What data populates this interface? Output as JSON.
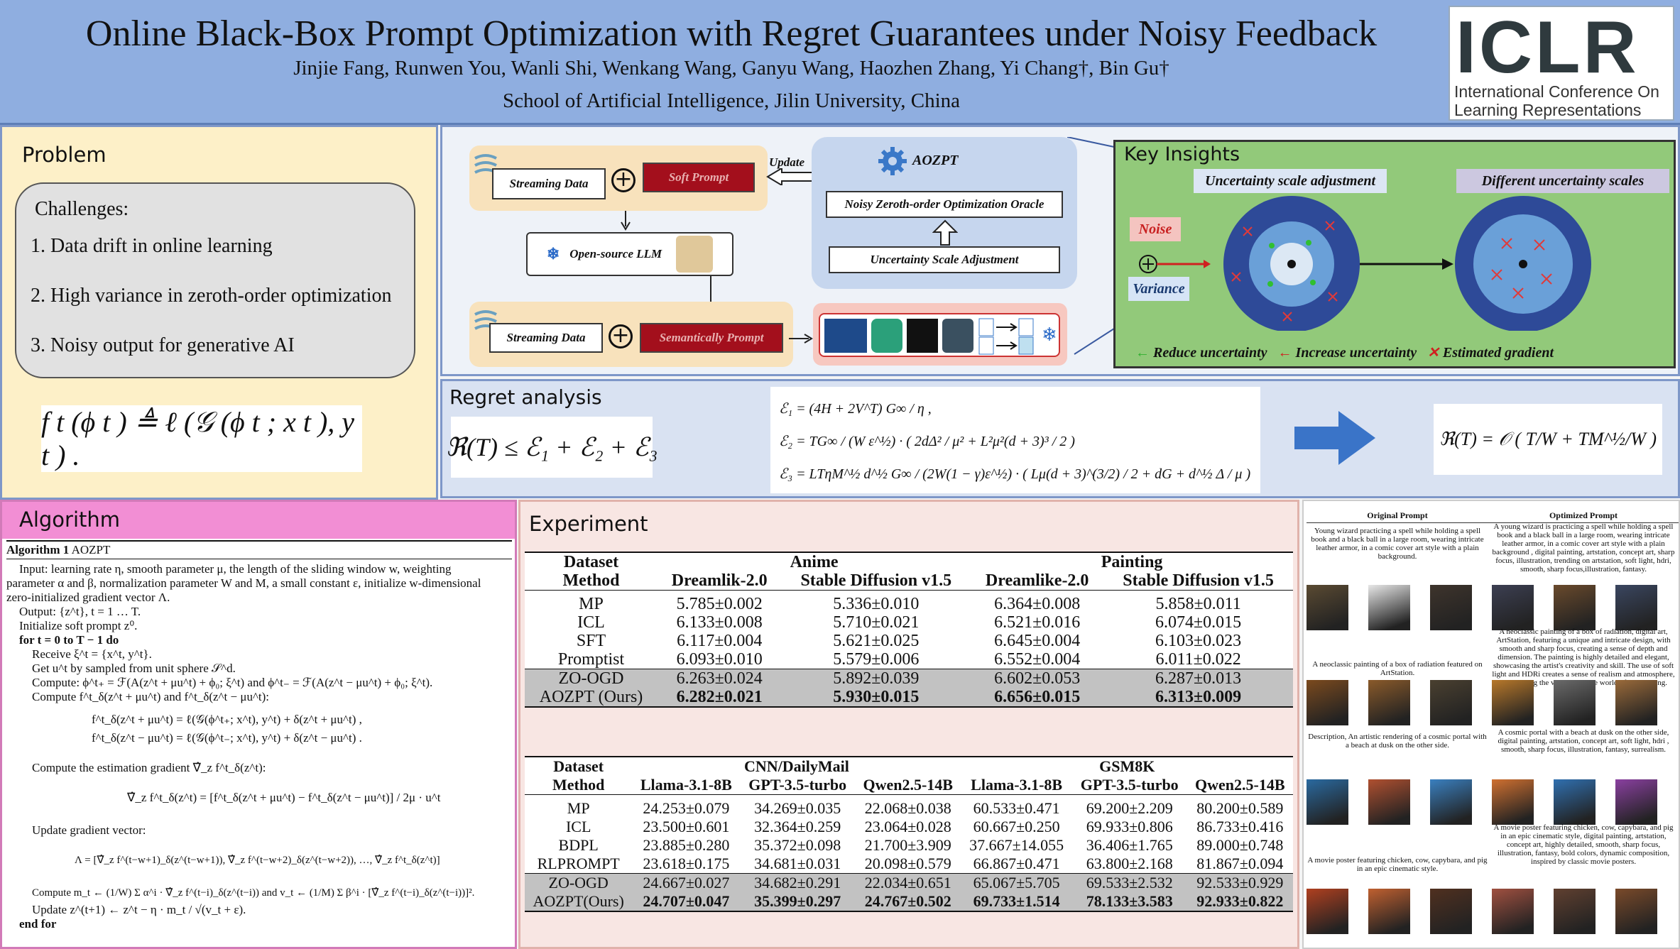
{
  "header": {
    "title": "Online Black-Box Prompt Optimization with Regret Guarantees under Noisy Feedback",
    "authors": "Jinjie Fang, Runwen You, Wanli Shi, Wenkang Wang, Ganyu Wang, Haozhen Zhang, Yi Chang†, Bin Gu†",
    "affiliation": "School of Artificial Intelligence, Jilin University, China",
    "logo_big": "ICLR",
    "logo_sub1": "International Conference On",
    "logo_sub2": "Learning Representations"
  },
  "problem": {
    "title": "Problem",
    "challenges_title": "Challenges:",
    "items": [
      "1. Data drift in online learning",
      "2. High variance in zeroth-order optimization",
      "3. Noisy output for generative AI"
    ],
    "formula": "f t (ϕ t ) ≜ ℓ (𝒢 (ϕ t ; x t ), y t ) ."
  },
  "diagram": {
    "streaming_data": "Streaming Data",
    "soft_prompt": "Soft Prompt",
    "update": "Update",
    "aozpt": "AOZPT",
    "oracle": "Noisy Zeroth-order Optimization Oracle",
    "uncertainty_adj": "Uncertainty  Scale Adjustment",
    "llm": "Open-source LLM",
    "semantic_prompt": "Semantically Prompt",
    "colors": {
      "soft_prompt_fill": "#a30f1c",
      "cream": "#f8e2bc",
      "panel_blue": "#c6d6ee",
      "insight_green": "#92c97a"
    }
  },
  "insights": {
    "title": "Key Insights",
    "left_label": "Uncertainty scale adjustment",
    "right_label": "Different uncertainty scales",
    "noise": "Noise",
    "variance": "Variance",
    "legend_reduce": "Reduce uncertainty",
    "legend_increase": "Increase uncertainty",
    "legend_estimated": "Estimated gradient"
  },
  "regret": {
    "title": "Regret  analysis",
    "main": "ℜ(T) ≤ ℰ₁ + ℰ₂ + ℰ₃",
    "e1": "ℰ₁ = (4H + 2V^T) G∞ / η ,",
    "e2": "ℰ₂ = TG∞ / (W ε^½) · ( 2dΔ² / μ² + L²μ²(d + 3)³ / 2 )",
    "e3": "ℰ₃ = LTηM^½ d^½ G∞ / (2W(1 − γ)ε^½) · ( Lμ(d + 3)^(3/2) / 2 + dG + d^½ Δ / μ )",
    "result": "ℜ(T) = 𝒪 ( T/W + TM^½/W )"
  },
  "algorithm": {
    "title": "Algorithm",
    "caption_bold": "Algorithm 1",
    "caption": "AOZPT",
    "lines": [
      "Input: learning rate η, smooth parameter μ, the length of the sliding window w, weighting",
      "parameter α and β, normalization parameter W and M, a small constant ε, initialize w-dimensional",
      "zero-initialized gradient vector Λ.",
      "Output: {z^t}, t = 1 … T.",
      "Initialize soft prompt z⁰.",
      "for t = 0 to T − 1 do",
      "Receive ξ^t = {x^t, y^t}.",
      "Get u^t by sampled from unit sphere 𝒮^d.",
      "Compute: ϕ^t₊ = ℱ(A(z^t + μu^t) + ϕ₀; ξ^t) and ϕ^t₋ = ℱ(A(z^t − μu^t) + ϕ₀; ξ^t).",
      "Compute f^t_δ(z^t + μu^t) and f^t_δ(z^t − μu^t):",
      "f^t_δ(z^t + μu^t) = ℓ(𝒢(ϕ^t₊; x^t), y^t) + δ(z^t + μu^t) ,",
      "f^t_δ(z^t − μu^t) = ℓ(𝒢(ϕ^t₋; x^t), y^t) + δ(z^t − μu^t) .",
      "Compute the estimation gradient ∇̂_z f^t_δ(z^t):",
      "∇̂_z f^t_δ(z^t) = [f^t_δ(z^t + μu^t) − f^t_δ(z^t − μu^t)] / 2μ · u^t",
      "Update gradient vector:",
      "Λ = [∇̂_z f^(t−w+1)_δ(z^(t−w+1)), ∇̂_z f^(t−w+2)_δ(z^(t−w+2)), …, ∇̂_z f^t_δ(z^t)]",
      "Compute m_t ← (1/W) Σ α^i · ∇̂_z f^(t−i)_δ(z^(t−i)) and v_t ← (1/M) Σ β^i · [∇̂_z f^(t−i)_δ(z^(t−i))]².",
      "Update z^(t+1) ← z^t − η · m_t / √(v_t + ε).",
      "end for"
    ]
  },
  "experiment": {
    "title": "Experiment",
    "table1": {
      "dataset_label": "Dataset",
      "method_label": "Method",
      "groups": [
        "Anime",
        "Painting"
      ],
      "models": [
        "Dreamlik-2.0",
        "Stable Diffusion v1.5",
        "Dreamlike-2.0",
        "Stable Diffusion v1.5"
      ],
      "rows": [
        {
          "method": "MP",
          "vals": [
            "5.785±0.002",
            "5.336±0.010",
            "6.364±0.008",
            "5.858±0.011"
          ]
        },
        {
          "method": "ICL",
          "vals": [
            "6.133±0.008",
            "5.710±0.021",
            "6.521±0.016",
            "6.074±0.015"
          ]
        },
        {
          "method": "SFT",
          "vals": [
            "6.117±0.004",
            "5.621±0.025",
            "6.645±0.004",
            "6.103±0.023"
          ]
        },
        {
          "method": "Promptist",
          "vals": [
            "6.093±0.010",
            "5.579±0.006",
            "6.552±0.004",
            "6.011±0.022"
          ]
        },
        {
          "method": "ZO-OGD",
          "vals": [
            "6.263±0.024",
            "5.892±0.039",
            "6.602±0.053",
            "6.287±0.013"
          ]
        },
        {
          "method": "AOZPT (Ours)",
          "vals": [
            "6.282±0.021",
            "5.930±0.015",
            "6.656±0.015",
            "6.313±0.009"
          ]
        }
      ]
    },
    "table2": {
      "dataset_label": "Dataset",
      "method_label": "Method",
      "groups": [
        "CNN/DailyMail",
        "GSM8K"
      ],
      "models": [
        "Llama-3.1-8B",
        "GPT-3.5-turbo",
        "Qwen2.5-14B",
        "Llama-3.1-8B",
        "GPT-3.5-turbo",
        "Qwen2.5-14B"
      ],
      "rows": [
        {
          "method": "MP",
          "vals": [
            "24.253±0.079",
            "34.269±0.035",
            "22.068±0.038",
            "60.533±0.471",
            "69.200±2.209",
            "80.200±0.589"
          ]
        },
        {
          "method": "ICL",
          "vals": [
            "23.500±0.601",
            "32.364±0.259",
            "23.064±0.028",
            "60.667±0.250",
            "69.933±0.806",
            "86.733±0.416"
          ]
        },
        {
          "method": "BDPL",
          "vals": [
            "23.885±0.280",
            "35.372±0.098",
            "21.700±3.909",
            "37.667±14.055",
            "36.406±1.765",
            "89.000±0.748"
          ]
        },
        {
          "method": "RLPROMPT",
          "vals": [
            "23.618±0.175",
            "34.681±0.031",
            "20.098±0.579",
            "66.867±0.471",
            "63.800±2.168",
            "81.867±0.094"
          ]
        },
        {
          "method": "ZO-OGD",
          "vals": [
            "24.667±0.027",
            "34.682±0.291",
            "22.034±0.651",
            "65.067±5.705",
            "69.533±2.532",
            "92.533±0.929"
          ]
        },
        {
          "method": "AOZPT(Ours)",
          "vals": [
            "24.707±0.047",
            "35.399±0.297",
            "24.767±0.502",
            "69.733±1.514",
            "78.133±3.583",
            "92.933±0.822"
          ]
        }
      ]
    }
  },
  "gallery": {
    "col_original": "Original Prompt",
    "col_optimized": "Optimized Prompt",
    "pairs": [
      {
        "original": "Young wizard practicing a spell while holding a spell book and a black ball in a large room, wearing intricate leather armor, in a comic cover art style with a plain background.",
        "optimized": "A young wizard is practicing a spell while holding a spell book and a black ball in a large room, wearing intricate leather armor, in a comic cover art style with a plain background , digital painting, artstation, concept art, sharp focus, illustration, trending on artstation, soft light, hdri, smooth, sharp focus,illustration, fantasy."
      },
      {
        "original": "A neoclassic painting of a box of radiation featured on ArtStation.",
        "optimized": "A neoclassic painting of a box of radiation, digital art, ArtStation, featuring a unique and intricate design, with smooth and sharp focus, creating a sense of depth and dimension. The painting is highly detailed and elegant, showcasing the artist's creativity and skill. The use of soft light and HDRi creates a sense of realism and atmosphere, transporting the viewer into the world of the painting."
      },
      {
        "original": "Description, An artistic rendering of a cosmic portal with a beach at dusk on the other side.",
        "optimized": "A cosmic portal with a beach at dusk on the other side, digital painting, artstation, concept art, soft light, hdri , smooth, sharp focus, illustration, fantasy, surrealism."
      },
      {
        "original": "A movie poster featuring chicken, cow, capybara, and pig in an epic cinematic style.",
        "optimized": "A movie poster featuring chicken, cow, capybara, and pig in an epic cinematic style, digital painting, artstation, concept art, highly detailed, smooth, sharp focus, illustration, fantasy, bold colors, dynamic composition, inspired by classic movie posters."
      }
    ],
    "palettes": [
      [
        "#5a4a32",
        "#e8e8e8",
        "#3e342c",
        "#3c3f52",
        "#6a4a2c",
        "#3a4660"
      ],
      [
        "#7b4a1e",
        "#8a5a2a",
        "#4a4030",
        "#b8782a",
        "#6a6a6a",
        "#9a6a3a"
      ],
      [
        "#2a6aa0",
        "#b05030",
        "#3a80c0",
        "#d07030",
        "#3070b0",
        "#8a40a0"
      ],
      [
        "#b04020",
        "#c06030",
        "#503020",
        "#a05040",
        "#604030",
        "#7a4a2a"
      ]
    ]
  }
}
